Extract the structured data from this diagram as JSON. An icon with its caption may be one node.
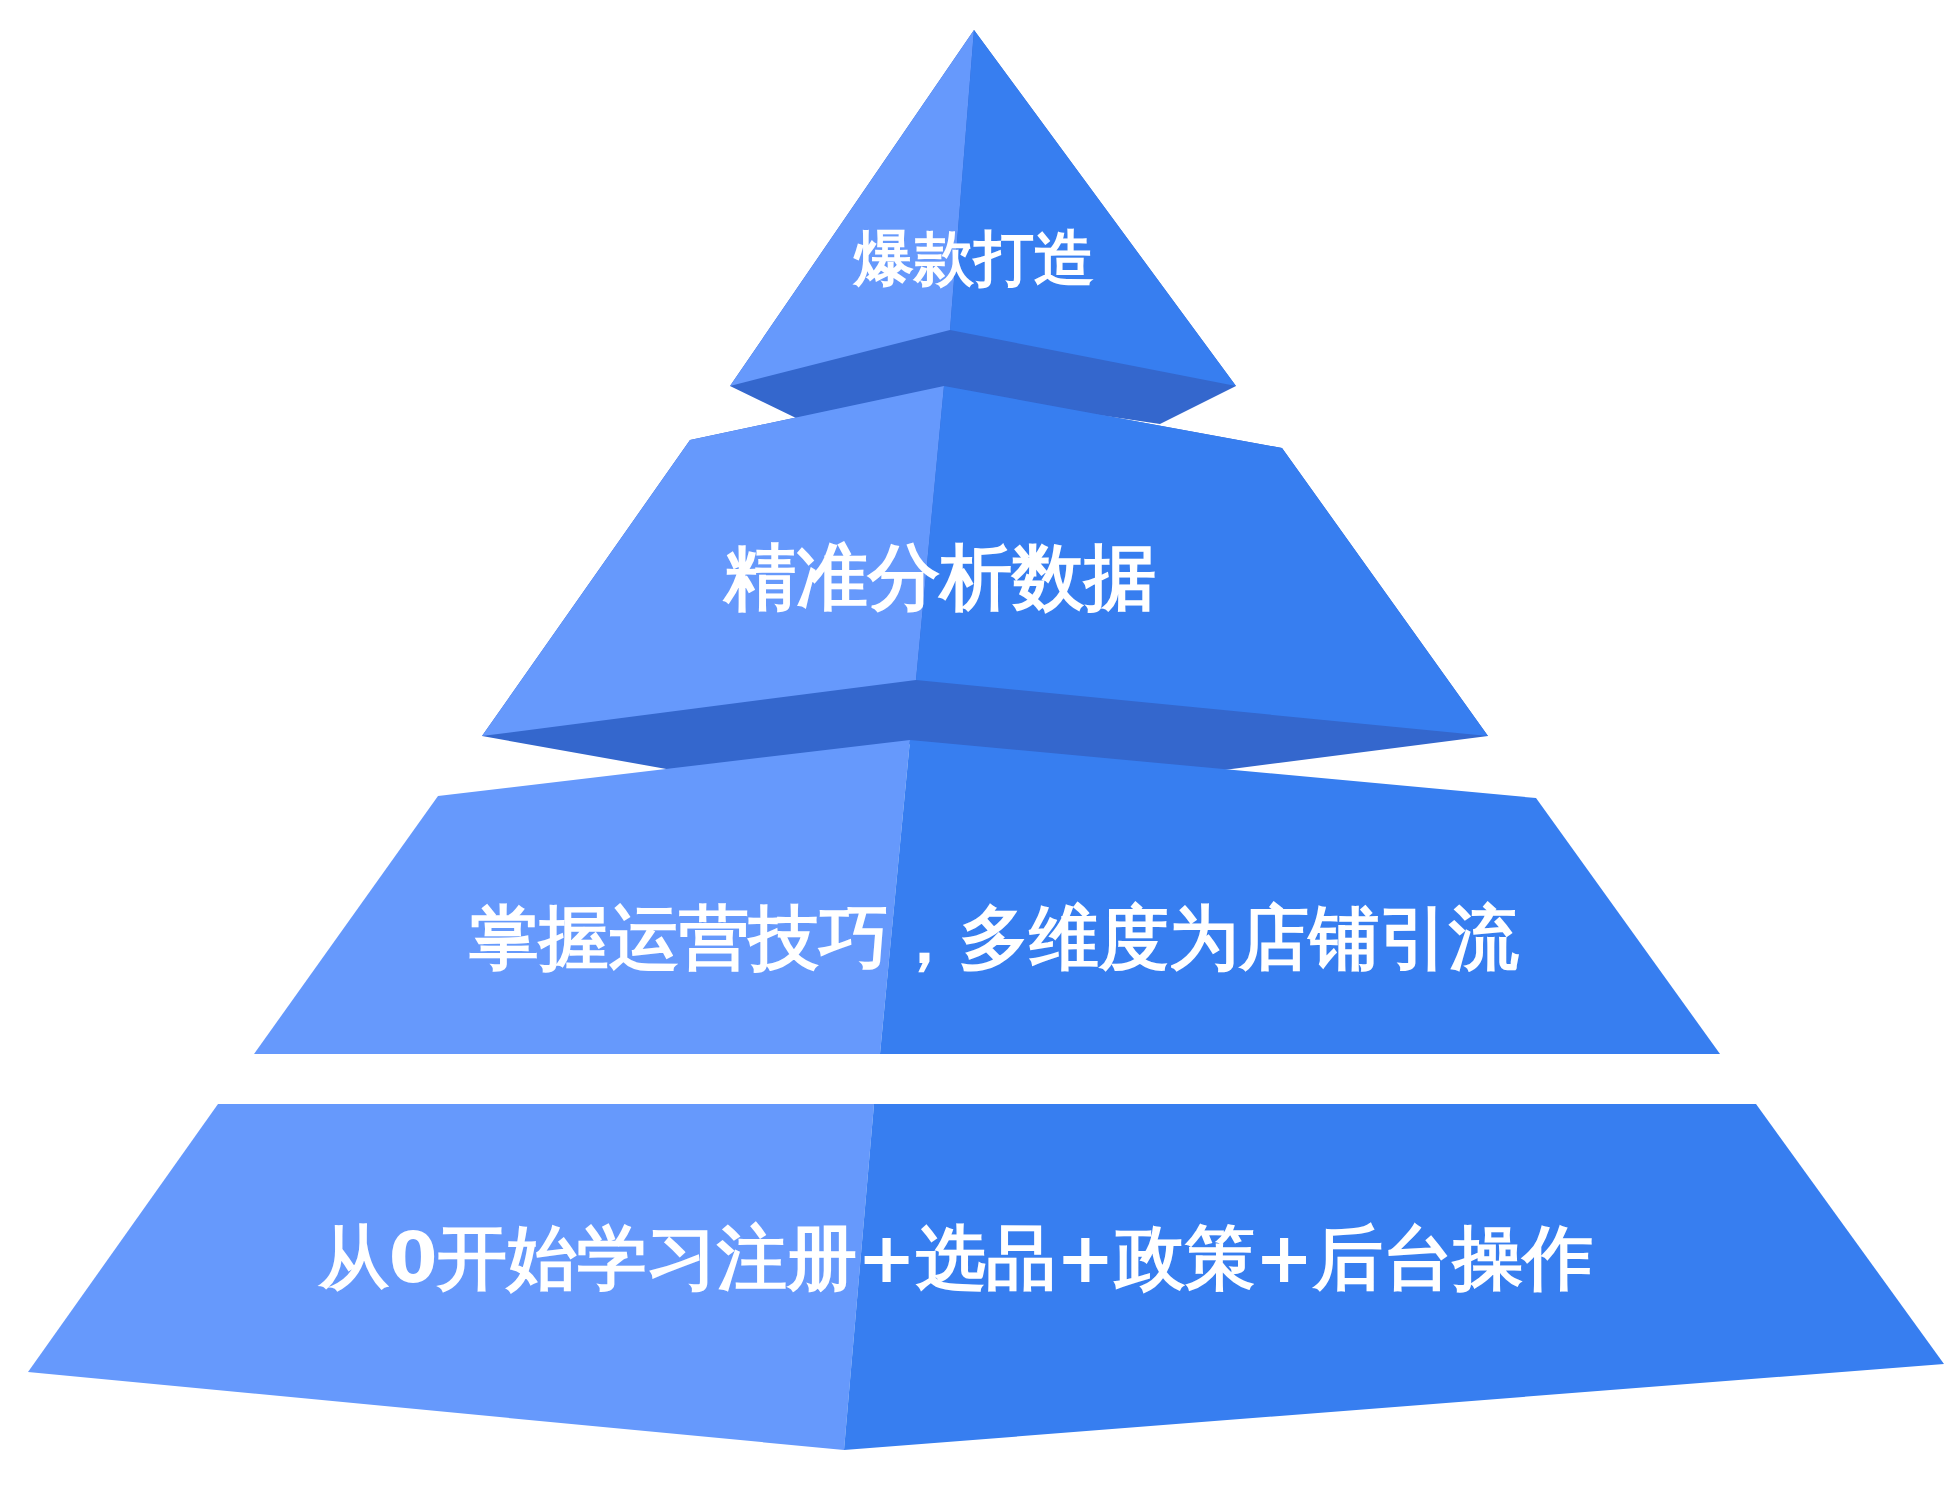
{
  "diagram": {
    "nodes": [
      {
        "text": [
          "爆款打造"
        ]
      },
      {
        "text": [
          "精准分析数据"
        ]
      },
      {
        "text": [
          "掌握运营技巧，多维度为店铺引流"
        ]
      },
      {
        "text": [
          "从0开始学习注册+选品+政策+后台操作"
        ]
      }
    ]
  }
}
